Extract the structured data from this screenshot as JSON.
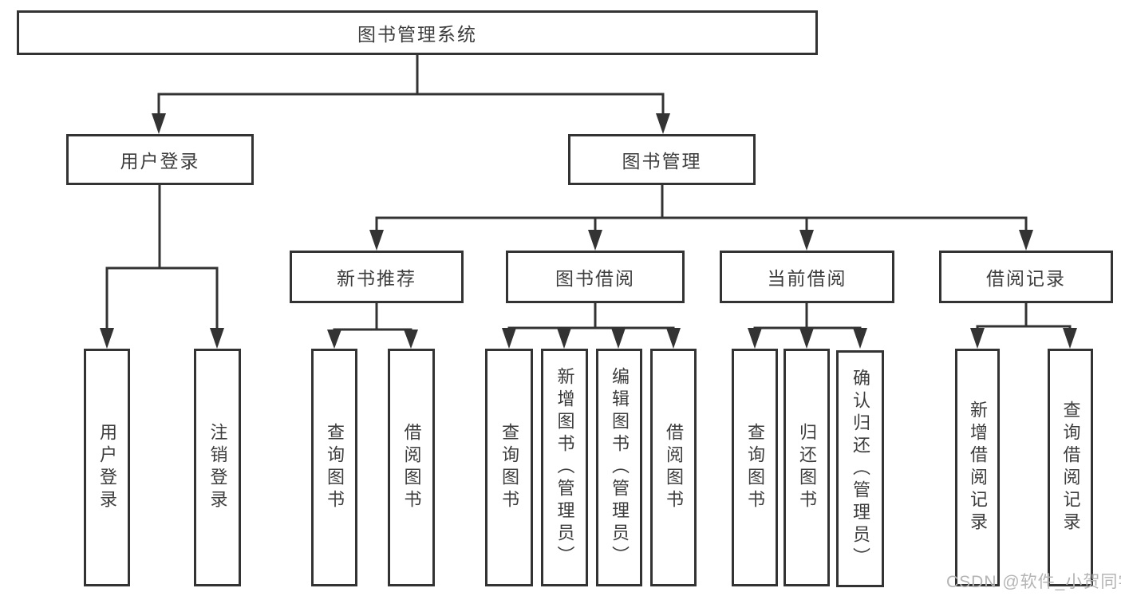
{
  "diagram": {
    "root": {
      "label": "图书管理系统"
    },
    "level2": {
      "user_login": {
        "label": "用户登录"
      },
      "book_management": {
        "label": "图书管理"
      }
    },
    "level3": {
      "new_book_recommend": {
        "label": "新书推荐"
      },
      "book_borrowing": {
        "label": "图书借阅"
      },
      "current_borrowing": {
        "label": "当前借阅"
      },
      "borrowing_records": {
        "label": "借阅记录"
      }
    },
    "leaves": {
      "user_login_children": [
        {
          "label": "用户登录"
        },
        {
          "label": "注销登录"
        }
      ],
      "new_book_recommend_children": [
        {
          "label": "查询图书"
        },
        {
          "label": "借阅图书"
        }
      ],
      "book_borrowing_children": [
        {
          "label": "查询图书"
        },
        {
          "label": "新增图书（管理员）"
        },
        {
          "label": "编辑图书（管理员）"
        },
        {
          "label": "借阅图书"
        }
      ],
      "current_borrowing_children": [
        {
          "label": "查询图书"
        },
        {
          "label": "归还图书"
        },
        {
          "label": "确认归还（管理员）"
        }
      ],
      "borrowing_records_children": [
        {
          "label": "新增借阅记录"
        },
        {
          "label": "查询借阅记录"
        }
      ]
    },
    "watermark": "CSDN @软件_小贺同学",
    "colors": {
      "line": "#333333",
      "box_border": "#333333",
      "text": "#3d3d3d",
      "watermark": "#b4b4b4",
      "background": "#ffffff"
    }
  }
}
